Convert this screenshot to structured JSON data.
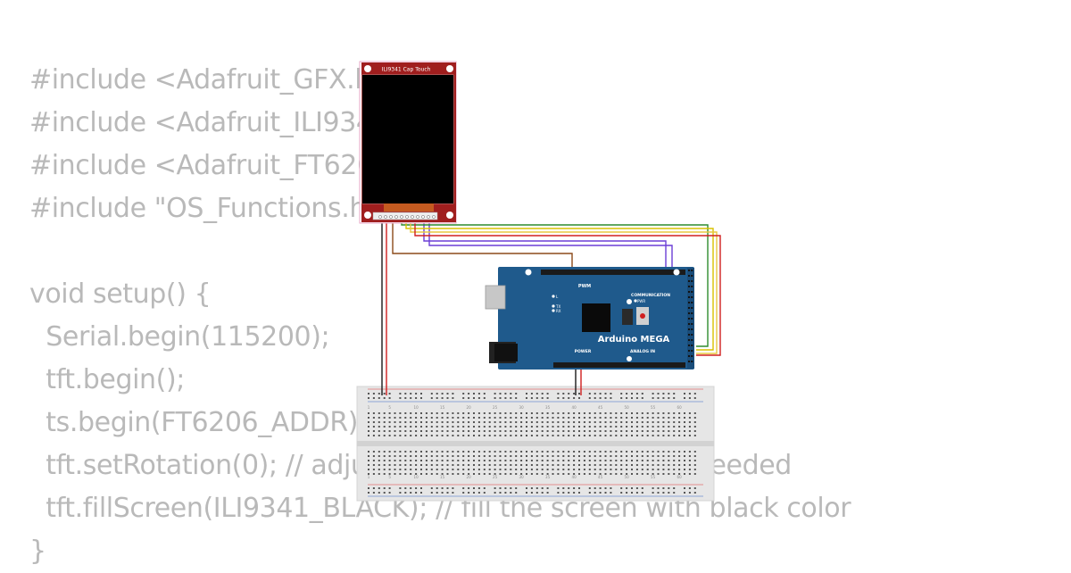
{
  "code": {
    "lines": [
      "#include <Adafruit_GFX.h>",
      "#include <Adafruit_ILI9341.h>",
      "#include <Adafruit_FT6206.h>",
      "#include \"OS_Functions.h\"",
      "",
      "void setup() {",
      "  Serial.begin(115200);",
      "  tft.begin();",
      "  ts.begin(FT6206_ADDR);",
      "  tft.setRotation(0); // adjust the screen rotation as needed",
      "  tft.fillScreen(ILI9341_BLACK); // fill the screen with black color",
      "}"
    ]
  },
  "display_module": {
    "title": "ILI9341 Cap Touch"
  },
  "arduino": {
    "name": "Arduino MEGA",
    "header_pwm": "PWM",
    "header_communication": "COMMUNICATION",
    "header_power": "POWER",
    "header_analog": "ANALOG IN",
    "led_l": "L",
    "led_tx": "TX",
    "led_rx": "RX",
    "led_pwr": "PWR"
  },
  "breadboard": {
    "column_numbers": [
      "1",
      "5",
      "10",
      "15",
      "20",
      "25",
      "30",
      "35",
      "40",
      "45",
      "50",
      "55",
      "60"
    ]
  },
  "colors": {
    "board_blue": "#1f5a8c",
    "module_red": "#a01e1e",
    "wire_green": "#2e8b2e",
    "wire_yellow": "#d8c200",
    "wire_orange": "#e39a2a",
    "wire_red": "#d02020",
    "wire_purple": "#6b3fd6",
    "wire_brown": "#8b4a1a"
  }
}
